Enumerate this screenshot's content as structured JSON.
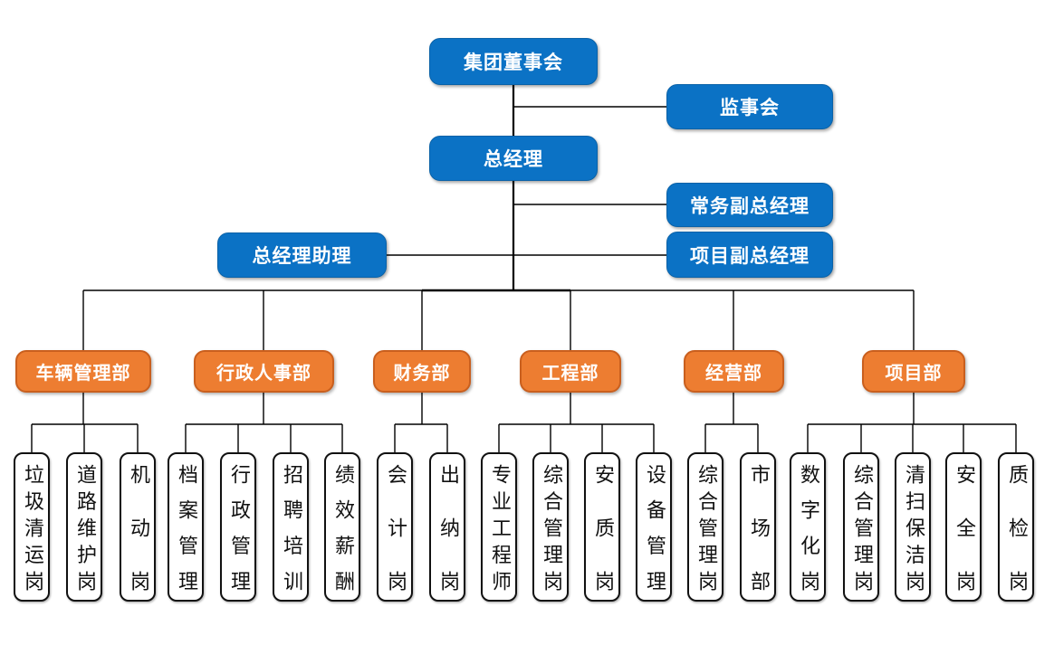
{
  "colors": {
    "blue": "#0B72C5",
    "blue_border": "#0A62A8",
    "orange": "#ED7D31",
    "orange_border": "#C95F1E",
    "line": "#000000",
    "child_bg": "#FFFFFF",
    "child_border": "#111111",
    "text_on_color": "#FFFFFF",
    "text_dark": "#111111"
  },
  "nodes": {
    "board": "集团董事会",
    "supervisory": "监事会",
    "general_manager": "总经理",
    "executive_deputy_gm": "常务副总经理",
    "project_deputy_gm": "项目副总经理",
    "gm_assistant": "总经理助理"
  },
  "departments": [
    {
      "label": "车辆管理部",
      "children": [
        "垃圾清运岗",
        "道路维护岗",
        "机动岗"
      ]
    },
    {
      "label": "行政人事部",
      "children": [
        "档案管理",
        "行政管理",
        "招聘培训",
        "绩效薪酬"
      ]
    },
    {
      "label": "财务部",
      "children": [
        "会计岗",
        "出纳岗"
      ]
    },
    {
      "label": "工程部",
      "children": [
        "专业工程师",
        "综合管理岗",
        "安质岗",
        "设备管理"
      ]
    },
    {
      "label": "经营部",
      "children": [
        "综合管理岗",
        "市场部"
      ]
    },
    {
      "label": "项目部",
      "children": [
        "数字化岗",
        "综合管理岗",
        "清扫保洁岗",
        "安全岗",
        "质检岗"
      ]
    }
  ]
}
